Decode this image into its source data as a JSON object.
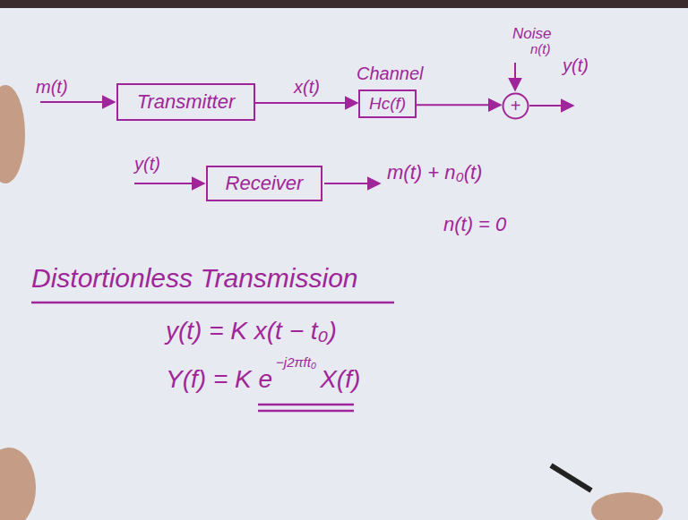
{
  "diagram": {
    "nodes": [
      {
        "text": [
          "Transmitter"
        ]
      },
      {
        "text": [
          "Channel",
          "Hc(f)"
        ]
      },
      {
        "text": [
          "+"
        ]
      },
      {
        "text": [
          "Receiver"
        ]
      }
    ],
    "edges": [
      {
        "from": 0,
        "to": 1,
        "arrow": "to",
        "label": "x(t)"
      },
      {
        "from": 1,
        "to": 2,
        "arrow": "to"
      }
    ],
    "labels": [
      "m(t)",
      "Noise",
      "n(t)",
      "y(t)",
      "y(t)",
      "m(t) + n₀(t)",
      "n(t) = 0",
      "Distortionless Transmission",
      "y(t) = K x(t − t₀)",
      "Y(f) = K e",
      "−j2πft₀",
      "X(f)"
    ]
  }
}
